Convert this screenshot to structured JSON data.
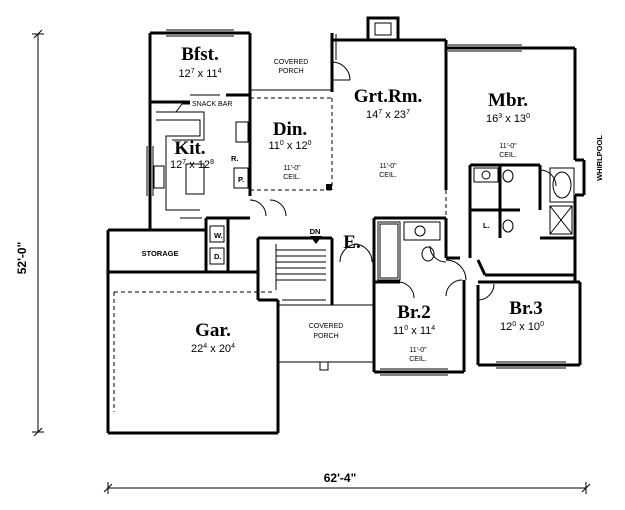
{
  "rooms": {
    "bfst": {
      "name": "Bfst.",
      "dim_w": "12",
      "dim_w_sup": "7",
      "dim_h": "11",
      "dim_h_sup": "4"
    },
    "grtrm": {
      "name": "Grt.Rm.",
      "dim_w": "14",
      "dim_w_sup": "7",
      "dim_h": "23",
      "dim_h_sup": "7"
    },
    "mbr": {
      "name": "Mbr.",
      "dim_w": "16",
      "dim_w_sup": "3",
      "dim_h": "13",
      "dim_h_sup": "0"
    },
    "din": {
      "name": "Din.",
      "dim_w": "11",
      "dim_w_sup": "0",
      "dim_h": "12",
      "dim_h_sup": "0"
    },
    "kit": {
      "name": "Kit.",
      "dim_w": "12",
      "dim_w_sup": "7",
      "dim_h": "12",
      "dim_h_sup": "8"
    },
    "br2": {
      "name": "Br.2",
      "dim_w": "11",
      "dim_w_sup": "0",
      "dim_h": "11",
      "dim_h_sup": "4"
    },
    "br3": {
      "name": "Br.3",
      "dim_w": "12",
      "dim_w_sup": "0",
      "dim_h": "10",
      "dim_h_sup": "0"
    },
    "gar": {
      "name": "Gar.",
      "dim_w": "22",
      "dim_w_sup": "4",
      "dim_h": "20",
      "dim_h_sup": "4"
    },
    "entry": {
      "name": "E."
    }
  },
  "labels": {
    "covered_porch_top_1": "COVERED",
    "covered_porch_top_2": "PORCH",
    "covered_porch_bottom_1": "COVERED",
    "covered_porch_bottom_2": "PORCH",
    "snack_bar": "SNACK BAR",
    "storage": "STORAGE",
    "whirlpool": "WHIRLPOOL",
    "stairs_dn": "DN",
    "ceil_din_1": "11'-0\"",
    "ceil_din_2": "CEIL.",
    "ceil_grt_1": "11'-0\"",
    "ceil_grt_2": "CEIL.",
    "ceil_mbr_1": "11'-0\"",
    "ceil_mbr_2": "CEIL.",
    "ceil_br2_1": "11'-0\"",
    "ceil_br2_2": "CEIL.",
    "pantry_r": "R.",
    "pantry_p": "P.",
    "washer": "W.",
    "dryer": "D.",
    "linen": "L."
  },
  "dimensions": {
    "width": "62'-4\"",
    "depth": "52'-0\""
  }
}
